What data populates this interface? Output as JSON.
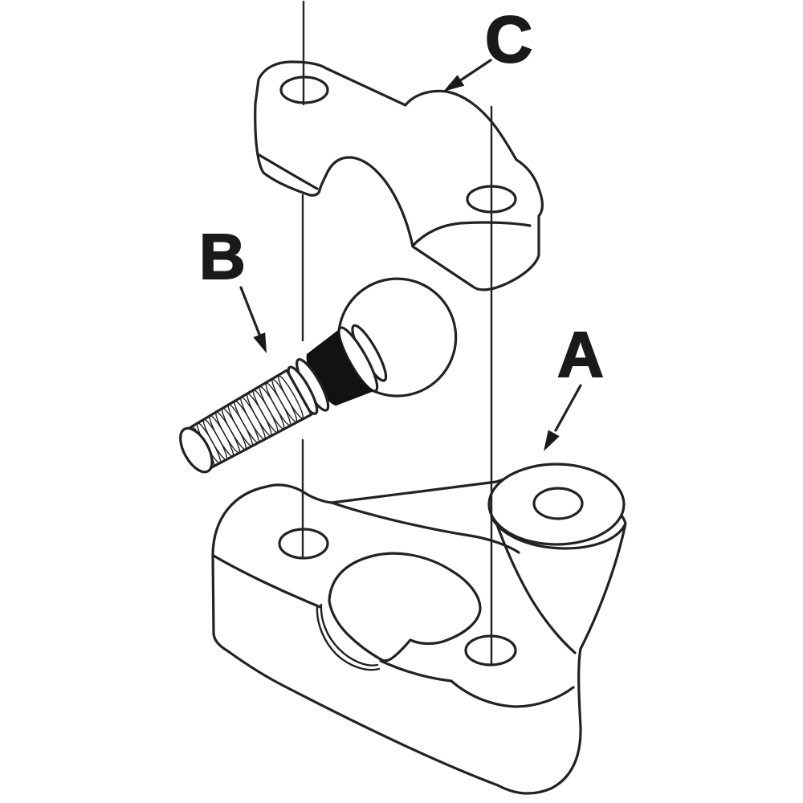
{
  "diagram": {
    "type": "exploded-view-technical-drawing",
    "background_color": "#ffffff",
    "line_color": "#222222",
    "black_band_color": "#121212",
    "callouts": [
      {
        "letter": "A"
      },
      {
        "letter": "B"
      },
      {
        "letter": "C"
      }
    ]
  }
}
